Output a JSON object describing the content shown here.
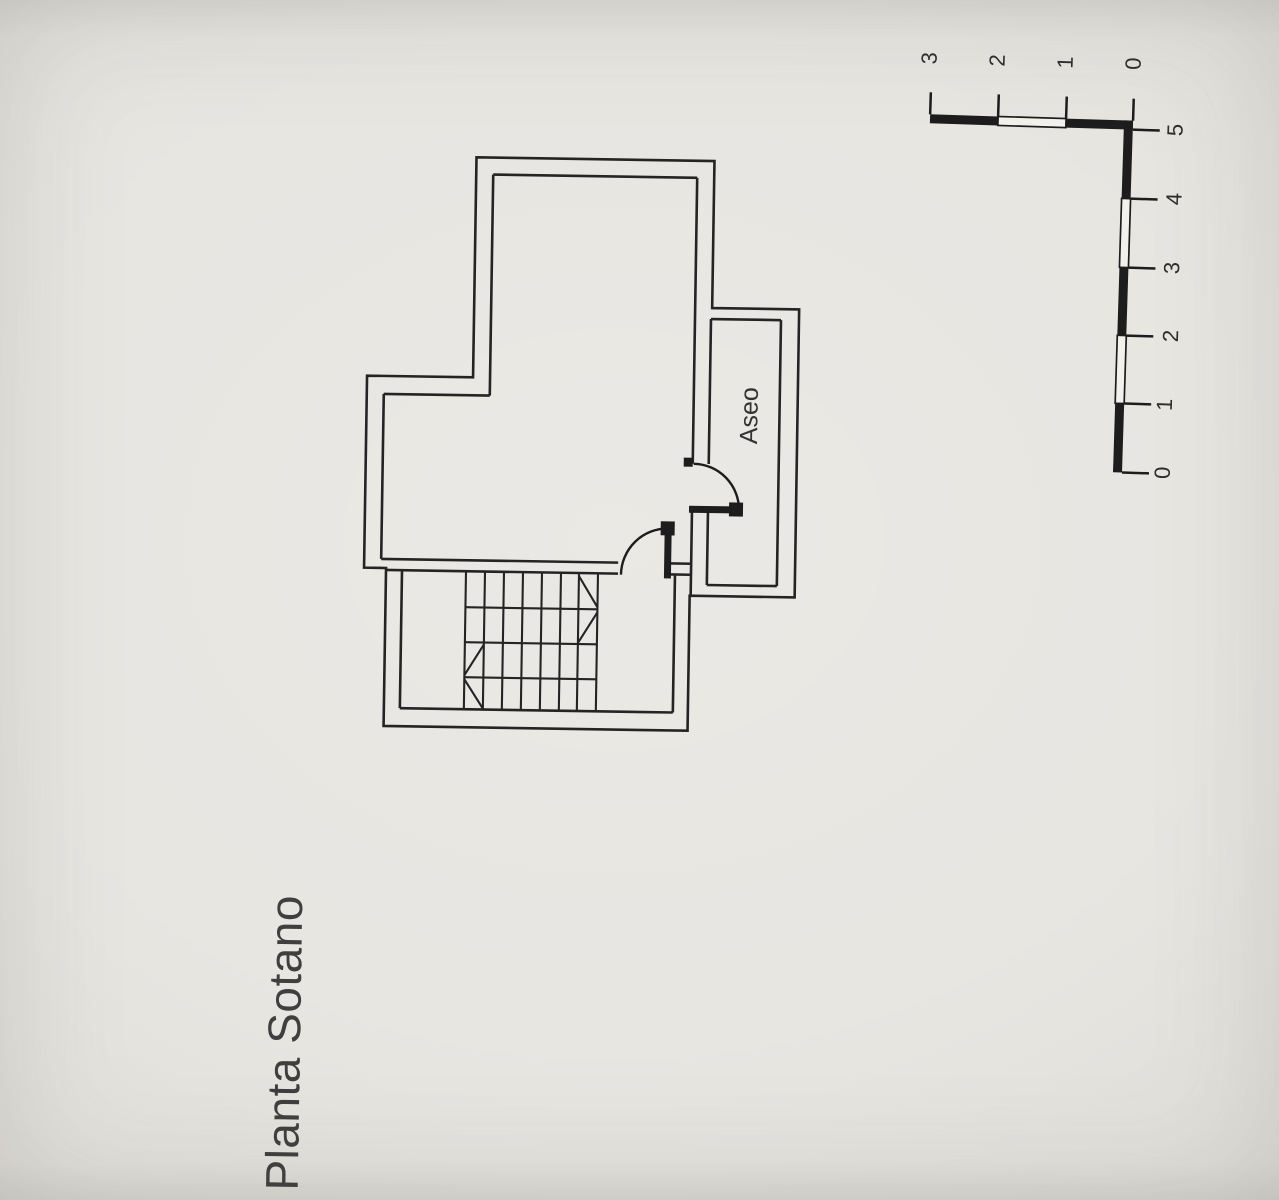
{
  "photo": {
    "paper_color": "#e6e4df",
    "ink_color": "#242424"
  },
  "plan": {
    "title": "Planta Sotano",
    "room_label": "Aseo"
  },
  "scale_bar": {
    "horizontal_labels": [
      "3",
      "2",
      "1",
      "0"
    ],
    "vertical_labels": [
      "5",
      "4",
      "3",
      "2",
      "1",
      "0"
    ]
  }
}
